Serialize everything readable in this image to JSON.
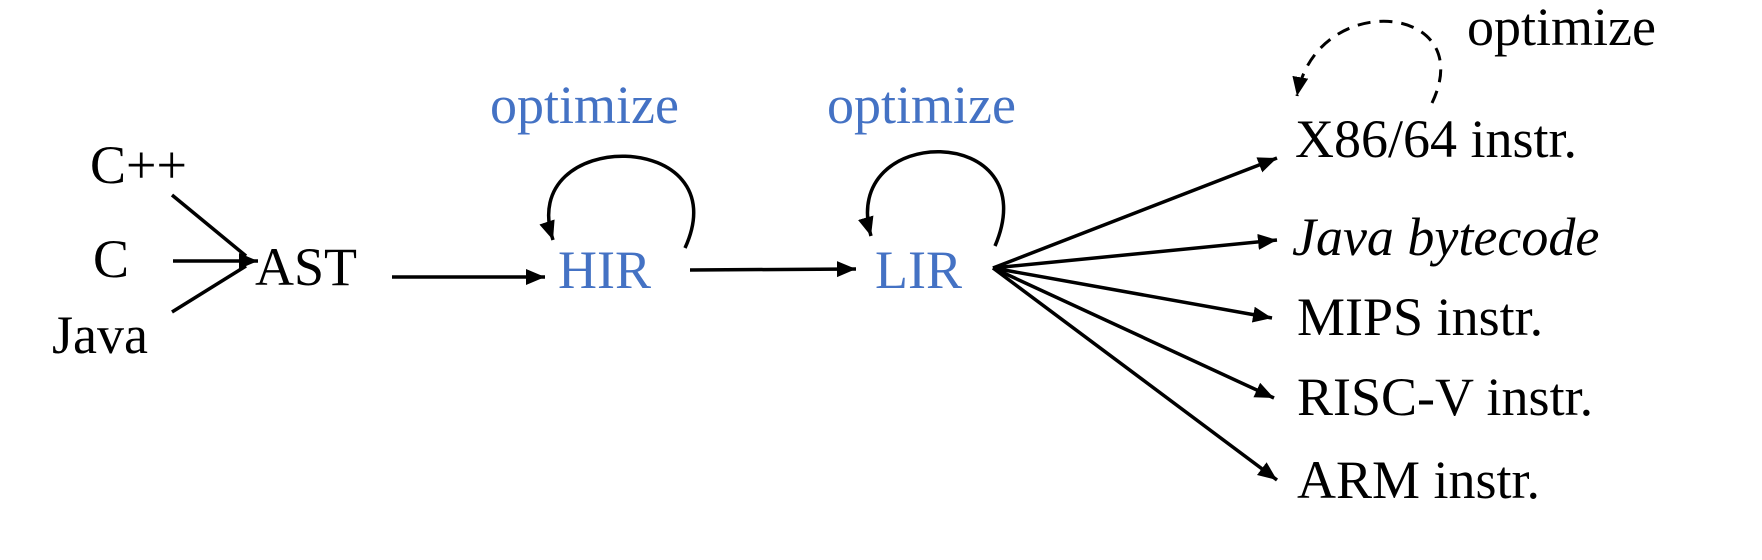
{
  "diagram": {
    "colors": {
      "accent_blue": "#4472C4",
      "ink": "#000000"
    },
    "sources": [
      {
        "label": "C++"
      },
      {
        "label": "C"
      },
      {
        "label": "Java"
      }
    ],
    "stages": [
      {
        "label": "AST",
        "color": "ink"
      },
      {
        "label": "HIR",
        "color": "accent_blue"
      },
      {
        "label": "LIR",
        "color": "accent_blue"
      }
    ],
    "loops": [
      {
        "attached_to": "HIR",
        "label": "optimize",
        "style": "solid",
        "color": "accent_blue"
      },
      {
        "attached_to": "LIR",
        "label": "optimize",
        "style": "solid",
        "color": "accent_blue"
      },
      {
        "attached_to": "X86/64 instr.",
        "label": "optimize",
        "style": "dashed",
        "color": "ink"
      }
    ],
    "targets": [
      {
        "label": "X86/64 instr.",
        "italic": false
      },
      {
        "label": "Java bytecode",
        "italic": true
      },
      {
        "label": "MIPS instr.",
        "italic": false
      },
      {
        "label": "RISC-V instr.",
        "italic": false
      },
      {
        "label": "ARM instr.",
        "italic": false
      }
    ]
  }
}
